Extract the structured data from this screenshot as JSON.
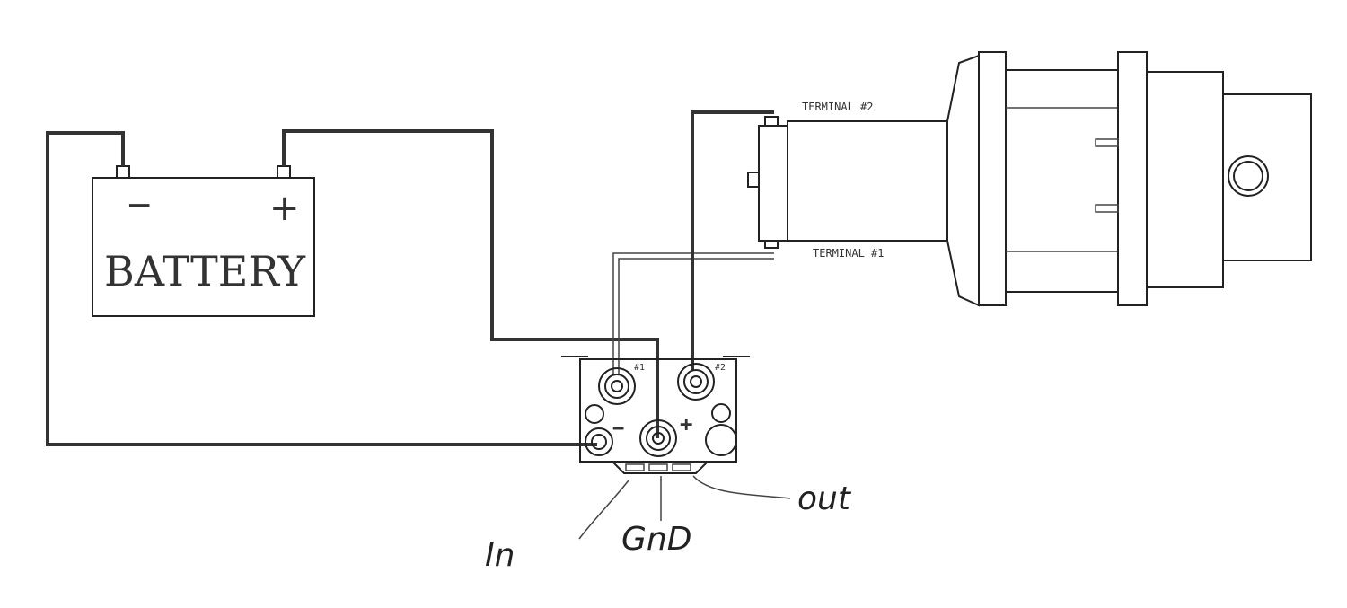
{
  "battery": {
    "label": "BATTERY",
    "neg": "−",
    "pos": "+"
  },
  "motor": {
    "terminal2": "TERMINAL #2",
    "terminal1": "TERMINAL #1"
  },
  "solenoid": {
    "post1": "#1",
    "post2": "#2",
    "neg": "−",
    "pos": "+"
  },
  "annotations": {
    "in": "In",
    "gnd": "GnD",
    "out": "out"
  }
}
